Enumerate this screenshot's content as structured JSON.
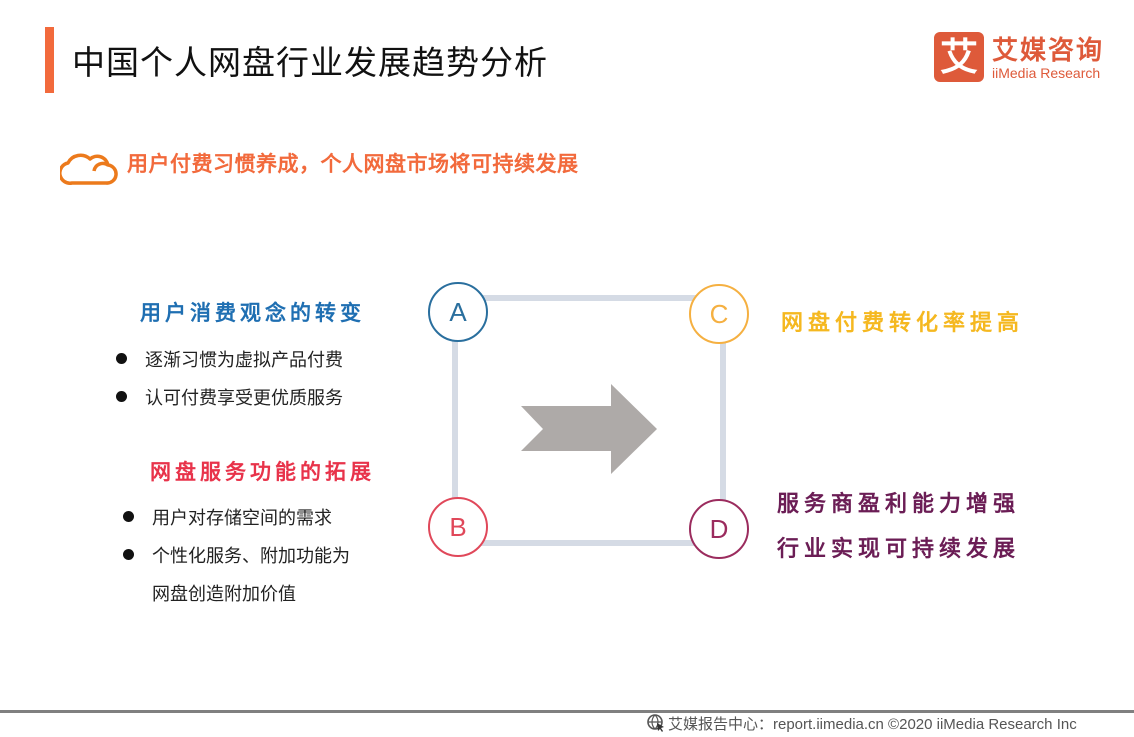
{
  "header": {
    "title": "中国个人网盘行业发展趋势分析",
    "accent_color": "#f26a3c"
  },
  "logo": {
    "glyph": "艾",
    "name_cn": "艾媒咨询",
    "name_en": "iiMedia Research",
    "color": "#de5a3a"
  },
  "subtitle": {
    "icon": "cloud-icon",
    "text": "用户付费习惯养成，个人网盘市场将可持续发展"
  },
  "left": {
    "section_a": {
      "title": "用户消费观念的转变",
      "color": "#1f6fb2",
      "bullets": [
        "逐渐习惯为虚拟产品付费",
        "认可付费享受更优质服务"
      ]
    },
    "section_b": {
      "title": "网盘服务功能的拓展",
      "color": "#e8334a",
      "bullets": [
        "用户对存储空间的需求",
        "个性化服务、附加功能为",
        "网盘创造附加价值"
      ]
    }
  },
  "diagram": {
    "nodes": [
      {
        "label": "A",
        "color": "#2a6f9e"
      },
      {
        "label": "B",
        "color": "#e0485a"
      },
      {
        "label": "C",
        "color": "#f5b041"
      },
      {
        "label": "D",
        "color": "#9b2c5e"
      }
    ],
    "frame_color": "#d5dbe5",
    "arrow_color": "#aeaaa8",
    "arrow_icon": "arrow-right-icon"
  },
  "right": {
    "c_text": "网盘付费转化率提高",
    "c_color": "#f5b820",
    "d_lines": [
      "服务商盈利能力增强",
      "行业实现可持续发展"
    ],
    "d_color": "#6b1d55"
  },
  "footer": {
    "text": "艾媒报告中心：report.iimedia.cn    ©2020  iiMedia Research  Inc"
  }
}
